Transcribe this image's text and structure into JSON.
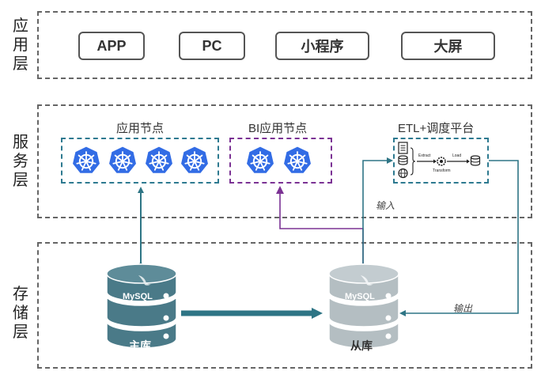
{
  "layers": {
    "app": {
      "label": "应用层"
    },
    "service": {
      "label": "服务层"
    },
    "storage": {
      "label": "存储层"
    }
  },
  "app_items": [
    "APP",
    "PC",
    "小程序",
    "大屏"
  ],
  "service": {
    "app_nodes": {
      "title": "应用节点",
      "count": 4
    },
    "bi_nodes": {
      "title": "BI应用节点",
      "count": 2
    },
    "etl": {
      "title": "ETL+调度平台",
      "extract": "Extract",
      "load": "Load",
      "transform": "Transform"
    }
  },
  "storage": {
    "master": {
      "label": "主库",
      "brand": "MySQL"
    },
    "slave": {
      "label": "从库",
      "brand": "MySQL"
    }
  },
  "annotations": {
    "input": "输入",
    "output": "输出"
  },
  "colors": {
    "k8s_blue": "#326ce5",
    "teal": "#2e7585",
    "purple": "#7b3294",
    "db_dark": "#4a7a88",
    "db_light": "#aab4b8"
  }
}
